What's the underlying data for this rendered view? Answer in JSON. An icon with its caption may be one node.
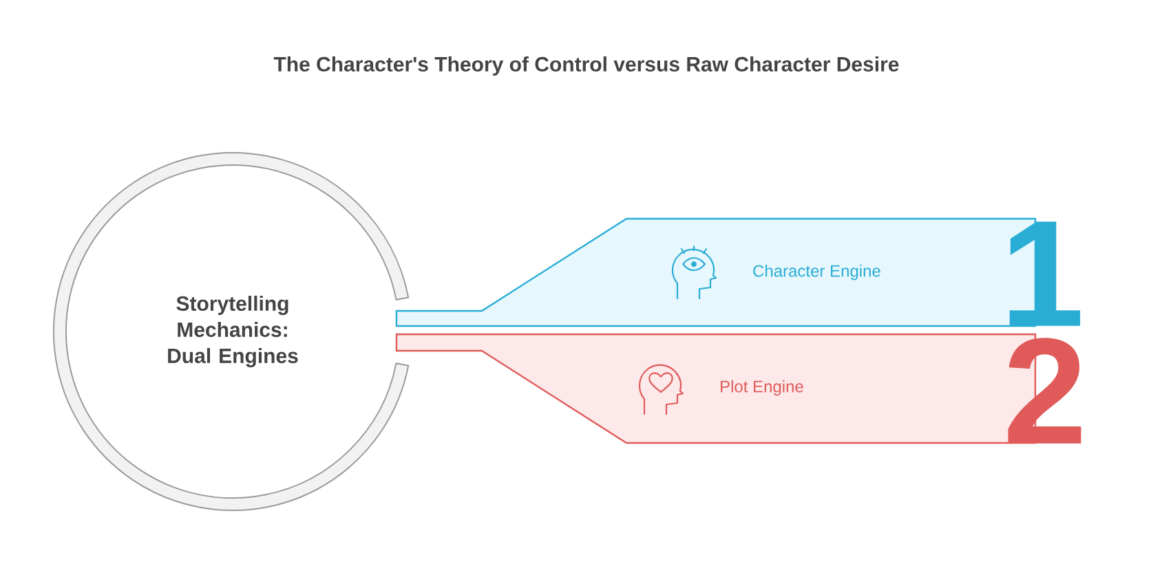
{
  "diagram": {
    "title": "The Character's Theory of Control versus Raw Character Desire",
    "nodes": [
      {
        "text": [
          "Storytelling Mechanics: Dual Engines"
        ]
      },
      {
        "text": [
          "Character Engine"
        ]
      },
      {
        "text": [
          "Plot Engine"
        ]
      }
    ],
    "labels": [
      "1",
      "2"
    ]
  }
}
